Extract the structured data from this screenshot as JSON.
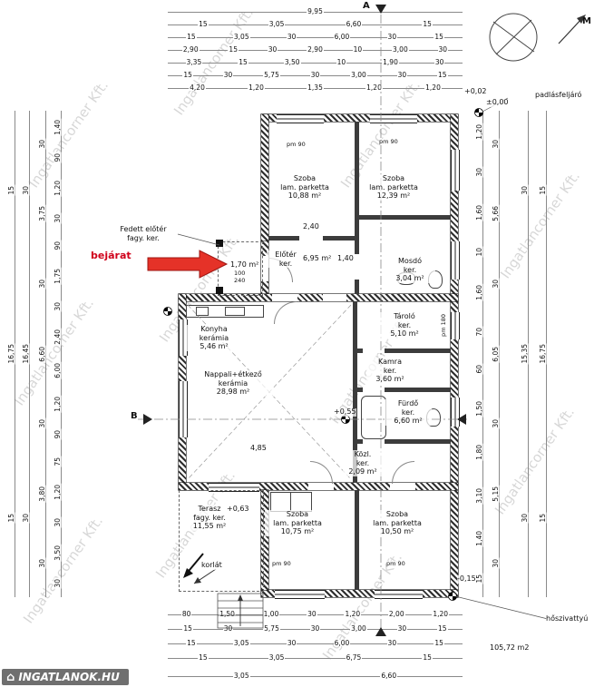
{
  "watermark": "Ingatlancorner Kft.",
  "logo": {
    "text": "INGATLANOK.HU"
  },
  "rooms": [
    {
      "id": "szoba1",
      "name": "Szoba",
      "finish": "lam. parketta",
      "area": "10,88 m²"
    },
    {
      "id": "szoba2",
      "name": "Szoba",
      "finish": "lam. parketta",
      "area": "12,39 m²"
    },
    {
      "id": "eloter",
      "name": "Előtér",
      "finish": "ker.",
      "area": "6,95 m²"
    },
    {
      "id": "mosdo",
      "name": "Mosdó",
      "finish": "ker.",
      "area": "3,04 m²"
    },
    {
      "id": "tarolo",
      "name": "Tároló",
      "finish": "ker.",
      "area": "5,10 m²"
    },
    {
      "id": "konyha",
      "name": "Konyha",
      "finish": "kerámia",
      "area": "5,46 m²"
    },
    {
      "id": "kamra",
      "name": "Kamra",
      "finish": "ker.",
      "area": "3,60 m²"
    },
    {
      "id": "nappali",
      "name": "Nappali+étkező",
      "finish": "kerámia",
      "area": "28,98 m²"
    },
    {
      "id": "furdo",
      "name": "Fürdő",
      "finish": "ker.",
      "area": "6,60 m²"
    },
    {
      "id": "kozl",
      "name": "Közl.",
      "finish": "ker.",
      "area": "2,09 m²"
    },
    {
      "id": "szoba3",
      "name": "Szoba",
      "finish": "lam. parketta",
      "area": "10,75 m²"
    },
    {
      "id": "szoba4",
      "name": "Szoba",
      "finish": "lam. parketta",
      "area": "10,50 m²"
    },
    {
      "id": "terasz",
      "name": "Terasz",
      "finish": "fagy. ker.",
      "area": "11,55 m²"
    },
    {
      "id": "fedett_eloter",
      "name": "Fedett előtér",
      "finish": "fagy. ker.",
      "area": "1,70 m²"
    }
  ],
  "annotations": {
    "bejarat": "bejárat",
    "korlat": "korlát",
    "padlasfeljaro": "padlásfeljáró",
    "hoszivattyu": "hőszivattyú",
    "total_area": "105,72 m2",
    "plus002": "+0,02",
    "zero": "±0,00",
    "plus055": "+0,55",
    "plus063": "+0,63",
    "minus015": "-0,15",
    "pm90": "pm 90",
    "pm180": "pm 180",
    "dim240": "2,40",
    "dim140": "1,40",
    "dim485": "4,85",
    "door100": "100",
    "door240": "240",
    "sectionA": "A",
    "sectionB": "B",
    "north": "M"
  },
  "dims": {
    "top": [
      [
        "9,95"
      ],
      [
        "15",
        "3,05",
        "6,60",
        "15"
      ],
      [
        "15",
        "3,05",
        "30",
        "6,00",
        "30",
        "15"
      ],
      [
        "2,90",
        "15",
        "30",
        "2,90",
        "10",
        "3,00",
        "30"
      ],
      [
        "3,35",
        "15",
        "3,50",
        "10",
        "1,90",
        "30"
      ],
      [
        "15",
        "30",
        "5,75",
        "30",
        "3,00",
        "30",
        "15"
      ],
      [
        "4,20",
        "1,20",
        "1,35",
        "1,20",
        "1,20"
      ]
    ],
    "bottom": [
      [
        "80",
        "1,50",
        "1,00",
        "30",
        "1,20",
        "2,00",
        "1,20"
      ],
      [
        "15",
        "30",
        "5,75",
        "30",
        "3,00",
        "30",
        "15"
      ],
      [
        "15",
        "3,05",
        "30",
        "6,00",
        "30",
        "15"
      ],
      [
        "15",
        "3,05",
        "6,75",
        "15"
      ],
      [
        "3,05",
        "6,60"
      ]
    ],
    "left": [
      [
        "15",
        "16,75",
        "15"
      ],
      [
        "30",
        "16,45",
        "30"
      ],
      [
        "30",
        "3,75",
        "30",
        "6,60",
        "30",
        "3,80",
        "30"
      ],
      [
        "1,40",
        "90",
        "1,20",
        "30",
        "90",
        "1,75",
        "30",
        "2,40",
        "6,00",
        "1,20",
        "90",
        "75",
        "1,20",
        "30",
        "3,50",
        "30"
      ]
    ],
    "right": [
      [
        "1,20",
        "30",
        "1,60",
        "10",
        "1,60",
        "70",
        "60",
        "1,50",
        "1,80",
        "3,10",
        "1,40",
        "15"
      ],
      [
        "30",
        "5,66",
        "30",
        "6,05",
        "30",
        "5,15",
        "30"
      ],
      [
        "30",
        "15,35",
        "30"
      ],
      [
        "15",
        "16,75",
        "15"
      ]
    ]
  }
}
